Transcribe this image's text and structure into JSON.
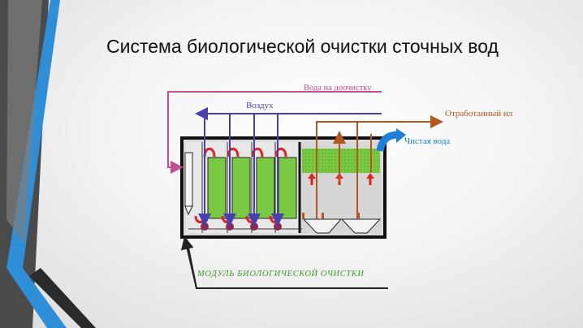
{
  "slide": {
    "title": "Система биологической очистки сточных вод"
  },
  "diagram": {
    "labels": {
      "water_retreatment": "Вода на доочистку",
      "air": "Воздух",
      "exhaust_sludge": "Отработанный ил",
      "clean_water": "Чистая вода",
      "module": "МОДУЛЬ БИОЛОГИЧЕСКОЙ ОЧИСТКИ"
    },
    "colors": {
      "magenta_line": "#c0508f",
      "air_line": "#4a3fb0",
      "sludge_line": "#b5561f",
      "clean_water_arrow": "#1e7fd6",
      "module_text": "#3e9a2e",
      "media_green": "#7ac943",
      "red_arrows": "#e0211d",
      "bubbles": "#8b2a55"
    }
  }
}
